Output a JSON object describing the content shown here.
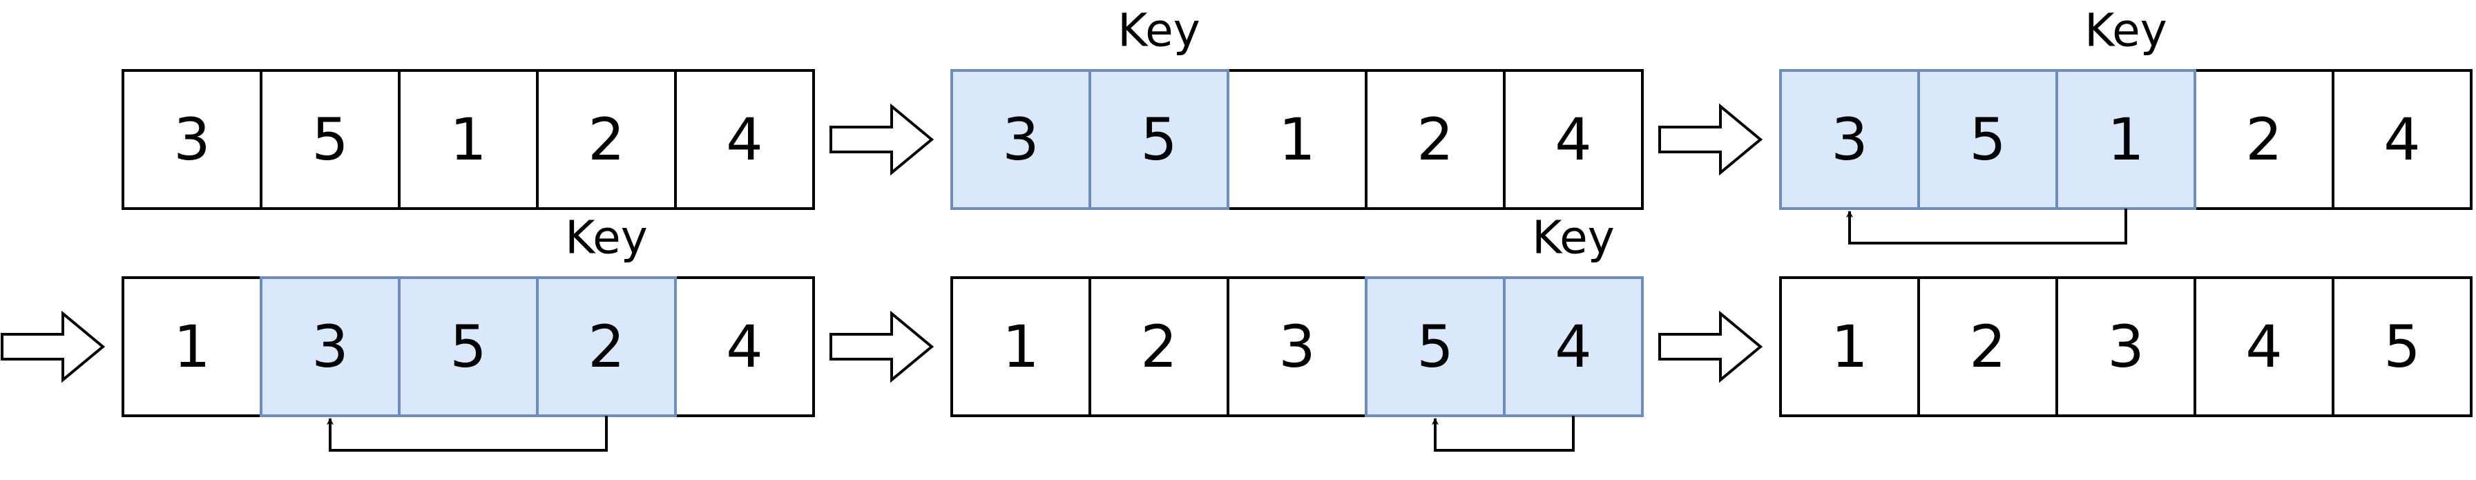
{
  "key_label": "Key",
  "colors": {
    "highlight_fill": "#dae8fc",
    "highlight_stroke": "#6c8ebf",
    "normal_fill": "#ffffff",
    "normal_stroke": "#000000"
  },
  "steps": [
    {
      "values": [
        "3",
        "5",
        "1",
        "2",
        "4"
      ],
      "highlight": [],
      "key_index": null,
      "swap_arrow": null
    },
    {
      "values": [
        "3",
        "5",
        "1",
        "2",
        "4"
      ],
      "highlight": [
        0,
        1
      ],
      "key_index": 1,
      "swap_arrow": null
    },
    {
      "values": [
        "3",
        "5",
        "1",
        "2",
        "4"
      ],
      "highlight": [
        0,
        1,
        2
      ],
      "key_index": 2,
      "swap_arrow": {
        "from": 2,
        "to": 0
      }
    },
    {
      "values": [
        "1",
        "3",
        "5",
        "2",
        "4"
      ],
      "highlight": [
        1,
        2,
        3
      ],
      "key_index": 3,
      "swap_arrow": {
        "from": 3,
        "to": 1
      }
    },
    {
      "values": [
        "1",
        "2",
        "3",
        "5",
        "4"
      ],
      "highlight": [
        3,
        4
      ],
      "key_index": 4,
      "swap_arrow": {
        "from": 4,
        "to": 3
      }
    },
    {
      "values": [
        "1",
        "2",
        "3",
        "4",
        "5"
      ],
      "highlight": [],
      "key_index": null,
      "swap_arrow": null
    }
  ]
}
